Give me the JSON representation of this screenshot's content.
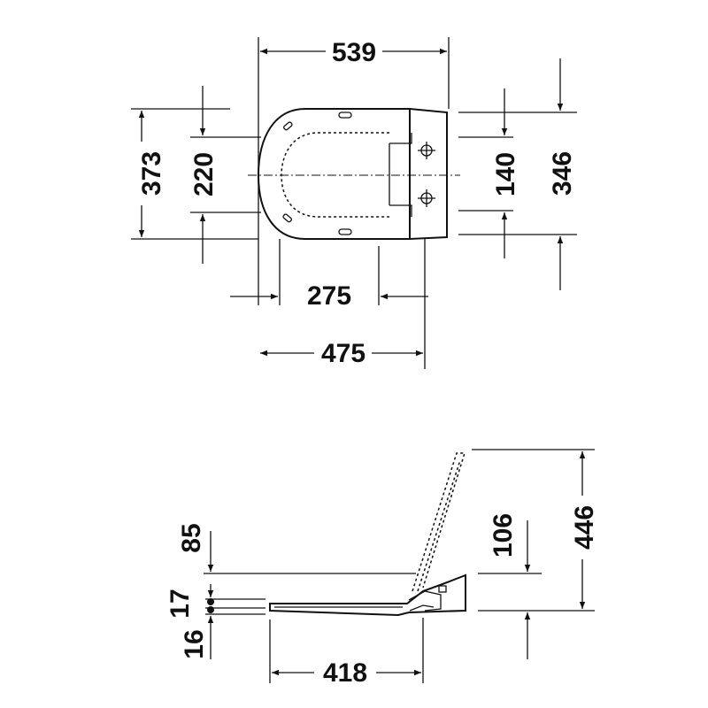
{
  "top_view": {
    "width_overall": "539",
    "depth_total": "373",
    "fixing_spacing_outer": "220",
    "hinge_spacing": "140",
    "depth_346": "346",
    "seat_inner": "275",
    "seat_length": "475"
  },
  "side_view": {
    "seat_thickness_85": "85",
    "height_106": "106",
    "open_height": "446",
    "bottom_17": "17",
    "bottom_16": "16",
    "seat_length_418": "418"
  }
}
